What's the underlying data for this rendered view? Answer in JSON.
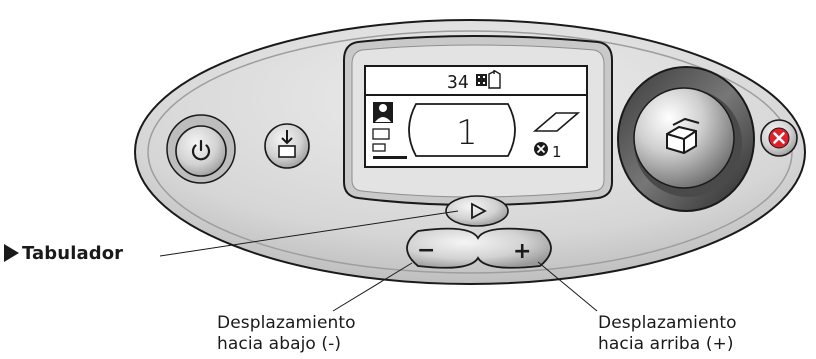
{
  "lcd": {
    "photo_count": "34",
    "copies": "1",
    "copies_multiplier": "1"
  },
  "buttons": {
    "power": "power",
    "save": "save-to-disk",
    "tab": "tab",
    "scroll_minus": "−",
    "scroll_plus": "+",
    "print": "print",
    "cancel": "cancel"
  },
  "callouts": {
    "tab": "Tabulador",
    "scroll_down_line1": "Desplazamiento",
    "scroll_down_line2": "hacia abajo (-)",
    "scroll_up_line1": "Desplazamiento",
    "scroll_up_line2": "hacia arriba (+)"
  },
  "colors": {
    "panel_fill": "#d9d9d9",
    "button_fill": "#c8c8c8",
    "cancel_red": "#e0212b",
    "outline": "#1a1a1a"
  }
}
